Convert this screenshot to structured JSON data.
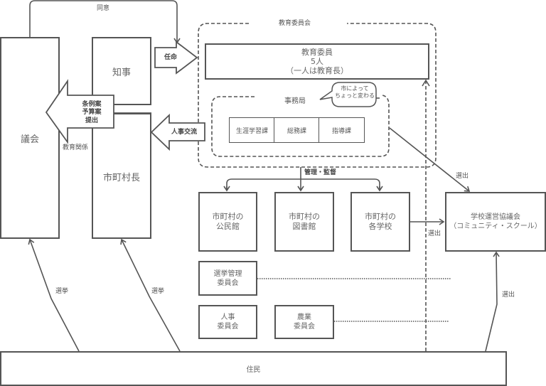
{
  "diagram": {
    "title": "教育委員会 organizational diagram",
    "nodes": {
      "gikai": "議会",
      "chiji": "知事",
      "shichousonchou": "市町村長",
      "board_group": "教育委員会",
      "board_members": [
        "教育委員",
        "5人",
        "（一人は教育長）"
      ],
      "secretariat": "事務局",
      "secretariat_note": [
        "市によって",
        "ちょっと変わる"
      ],
      "departments": [
        "生涯学習課",
        "総務課",
        "指導課"
      ],
      "kominkan": [
        "市町村の",
        "公民館"
      ],
      "toshokan": [
        "市町村の",
        "図書館"
      ],
      "gakko": [
        "市町村の",
        "各学校"
      ],
      "school_council": [
        "学校運営協議会",
        "（コミュニティ・スクール）"
      ],
      "senkyo": [
        "選挙管理",
        "委員会"
      ],
      "jinji": [
        "人事",
        "委員会"
      ],
      "nogyo": [
        "農業",
        "委員会"
      ],
      "jumin": "住民"
    },
    "edges": {
      "consent": "同意",
      "appointment": "任命",
      "bill_submission": [
        "条例案",
        "予算案",
        "提出"
      ],
      "education_related": "教育関係",
      "personnel_exchange": "人事交流",
      "management": "管理・監督",
      "election_left": "選挙",
      "election_right": "選挙",
      "selection_from_board": "選出",
      "selection_from_school": "選出",
      "selection_from_residents": "選出"
    },
    "colors": {
      "stroke": "#555555",
      "text": "#666666",
      "background": "#ffffff"
    }
  }
}
